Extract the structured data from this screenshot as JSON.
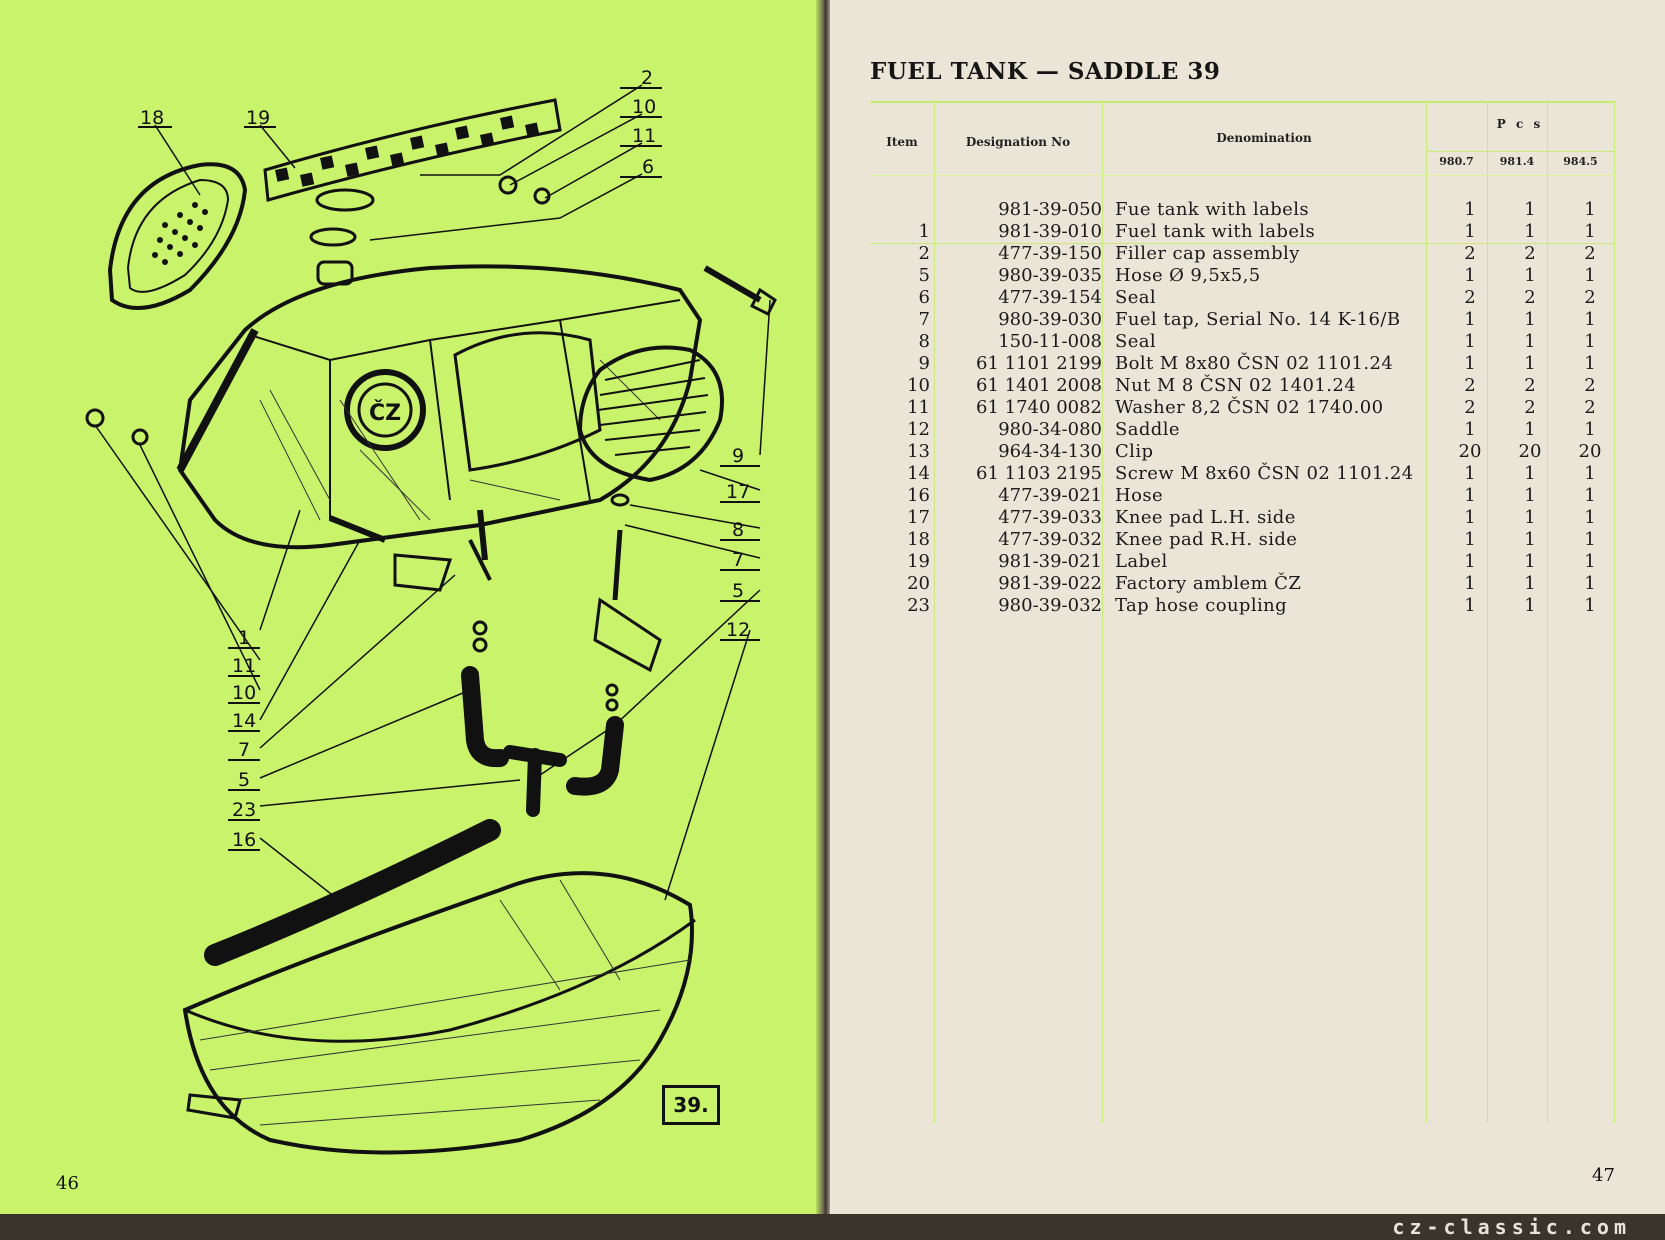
{
  "left_page": {
    "page_number": "46",
    "figure_label": "39.",
    "callouts": {
      "top": [
        "18",
        "19",
        "2",
        "10",
        "11",
        "6"
      ],
      "right": [
        "9",
        "17",
        "8",
        "7",
        "5",
        "12"
      ],
      "left": [
        "1",
        "11",
        "10",
        "14",
        "7",
        "5",
        "23",
        "16"
      ]
    },
    "emblem_text": "ČZ"
  },
  "right_page": {
    "page_number": "47",
    "title": "FUEL TANK — SADDLE 39",
    "table": {
      "headers": {
        "item": "Item",
        "designation": "Designation No",
        "denomination": "Denomination",
        "pcs": "P c s",
        "models": [
          "980.7",
          "981.4",
          "984.5"
        ]
      },
      "rows": [
        {
          "item": "",
          "designation": "981-39-050",
          "denomination": "Fue tank with labels",
          "q": [
            "1",
            "1",
            "1"
          ]
        },
        {
          "item": "1",
          "designation": "981-39-010",
          "denomination": "Fuel tank with labels",
          "q": [
            "1",
            "1",
            "1"
          ]
        },
        {
          "item": "2",
          "designation": "477-39-150",
          "denomination": "Filler cap assembly",
          "q": [
            "2",
            "2",
            "2"
          ]
        },
        {
          "item": "5",
          "designation": "980-39-035",
          "denomination": "Hose Ø 9,5x5,5",
          "q": [
            "1",
            "1",
            "1"
          ]
        },
        {
          "item": "6",
          "designation": "477-39-154",
          "denomination": "Seal",
          "q": [
            "2",
            "2",
            "2"
          ]
        },
        {
          "item": "7",
          "designation": "980-39-030",
          "denomination": "Fuel tap, Serial No. 14 K-16/B",
          "q": [
            "1",
            "1",
            "1"
          ]
        },
        {
          "item": "8",
          "designation": "150-11-008",
          "denomination": "Seal",
          "q": [
            "1",
            "1",
            "1"
          ]
        },
        {
          "item": "9",
          "designation": "61 1101 2199",
          "denomination": "Bolt M 8x80 ČSN 02 1101.24",
          "q": [
            "1",
            "1",
            "1"
          ]
        },
        {
          "item": "10",
          "designation": "61 1401 2008",
          "denomination": "Nut M 8 ČSN 02 1401.24",
          "q": [
            "2",
            "2",
            "2"
          ]
        },
        {
          "item": "11",
          "designation": "61 1740 0082",
          "denomination": "Washer 8,2 ČSN 02 1740.00",
          "q": [
            "2",
            "2",
            "2"
          ]
        },
        {
          "item": "12",
          "designation": "980-34-080",
          "denomination": "Saddle",
          "q": [
            "1",
            "1",
            "1"
          ]
        },
        {
          "item": "13",
          "designation": "964-34-130",
          "denomination": "Clip",
          "q": [
            "20",
            "20",
            "20"
          ]
        },
        {
          "item": "14",
          "designation": "61 1103 2195",
          "denomination": "Screw M 8x60 ČSN 02 1101.24",
          "q": [
            "1",
            "1",
            "1"
          ]
        },
        {
          "item": "16",
          "designation": "477-39-021",
          "denomination": "Hose",
          "q": [
            "1",
            "1",
            "1"
          ]
        },
        {
          "item": "17",
          "designation": "477-39-033",
          "denomination": "Knee pad L.H. side",
          "q": [
            "1",
            "1",
            "1"
          ]
        },
        {
          "item": "18",
          "designation": "477-39-032",
          "denomination": "Knee pad R.H. side",
          "q": [
            "1",
            "1",
            "1"
          ]
        },
        {
          "item": "19",
          "designation": "981-39-021",
          "denomination": "Label",
          "q": [
            "1",
            "1",
            "1"
          ]
        },
        {
          "item": "20",
          "designation": "981-39-022",
          "denomination": "Factory amblem ČZ",
          "q": [
            "1",
            "1",
            "1"
          ]
        },
        {
          "item": "23",
          "designation": "980-39-032",
          "denomination": "Tap hose coupling",
          "q": [
            "1",
            "1",
            "1"
          ]
        }
      ]
    }
  },
  "watermark": "cz-classic.com",
  "colors": {
    "left_page_bg": "#c9f36a",
    "right_page_bg": "#ebe5d8",
    "rule_green": "#c6ec77",
    "ink": "#111111"
  }
}
